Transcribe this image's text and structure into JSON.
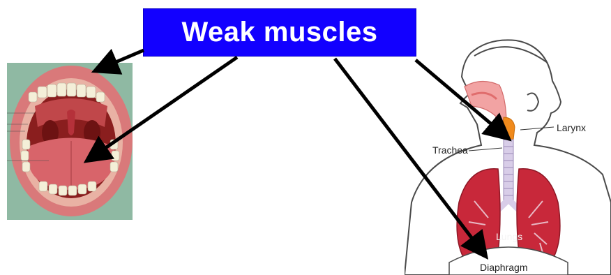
{
  "title": "Weak muscles",
  "labels": {
    "larynx": "Larynx",
    "trachea": "Trachea",
    "lungs": "Lungs",
    "diaphragm": "Diaphragm"
  },
  "colors": {
    "title_bg": "#1200ff",
    "title_text": "#ffffff",
    "arrow": "#000000",
    "mouth_bg": "#8fb9a3",
    "lungs": "#c8283a",
    "larynx": "#f08a1c"
  },
  "arrow_targets": [
    "lips",
    "tongue",
    "larynx",
    "diaphragm"
  ]
}
